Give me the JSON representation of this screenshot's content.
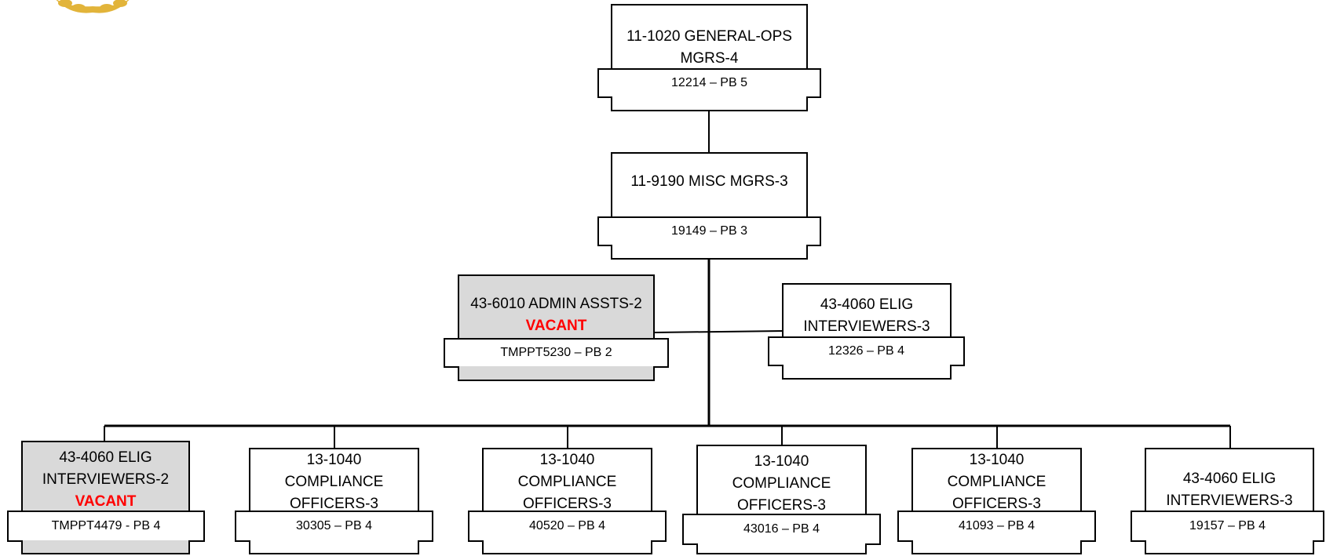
{
  "colors": {
    "vacant_fill": "#d9d9d9",
    "vacant_text": "#ff0000",
    "line": "#000000",
    "emblem": "#e2b43a"
  },
  "logo": {
    "icon": "laurel-emblem-icon"
  },
  "nodes": {
    "general_ops": {
      "lines": [
        "11-1020 GENERAL-OPS",
        "MGRS-4"
      ],
      "vacant": "",
      "position_code": "12214 – PB 5"
    },
    "misc_mgrs": {
      "lines": [
        "11-9190 MISC MGRS-3"
      ],
      "vacant": "",
      "position_code": "19149 – PB 3"
    },
    "admin_assts": {
      "lines": [
        "43-6010 ADMIN ASSTS-2"
      ],
      "vacant": "VACANT",
      "position_code": "TMPPT5230 – PB 2"
    },
    "elig_interviewers_mid": {
      "lines": [
        "43-4060 ELIG",
        "INTERVIEWERS-3"
      ],
      "vacant": "",
      "position_code": "12326 – PB 4"
    },
    "b1": {
      "lines": [
        "43-4060 ELIG",
        "INTERVIEWERS-2"
      ],
      "vacant": "VACANT",
      "position_code": "TMPPT4479 - PB 4"
    },
    "b2": {
      "lines": [
        "13-1040",
        "COMPLIANCE",
        "OFFICERS-3"
      ],
      "vacant": "",
      "position_code": "30305 – PB 4"
    },
    "b3": {
      "lines": [
        "13-1040",
        "COMPLIANCE",
        "OFFICERS-3"
      ],
      "vacant": "",
      "position_code": "40520 – PB 4"
    },
    "b4": {
      "lines": [
        "13-1040",
        "COMPLIANCE",
        "OFFICERS-3"
      ],
      "vacant": "",
      "position_code": "43016 – PB 4"
    },
    "b5": {
      "lines": [
        "13-1040",
        "COMPLIANCE",
        "OFFICERS-3"
      ],
      "vacant": "",
      "position_code": "41093 – PB 4"
    },
    "b6": {
      "lines": [
        "43-4060 ELIG",
        "INTERVIEWERS-3"
      ],
      "vacant": "",
      "position_code": "19157 – PB 4"
    }
  }
}
